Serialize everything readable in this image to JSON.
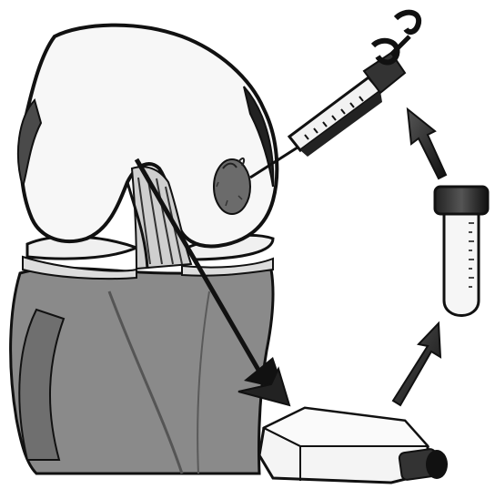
{
  "diagram": {
    "panels": [
      {
        "name": "knee-joint-femur-cartilage",
        "icon": "knee-joint-icon"
      },
      {
        "name": "cartilage-defect",
        "icon": "defect-lesion-icon"
      },
      {
        "name": "syringe-injection",
        "icon": "syringe-icon"
      },
      {
        "name": "culture-tube",
        "icon": "test-tube-icon"
      },
      {
        "name": "culture-flask",
        "icon": "culture-flask-icon"
      }
    ],
    "arrows": [
      {
        "from": "knee-joint",
        "to": "culture-flask"
      },
      {
        "from": "culture-flask",
        "to": "culture-tube"
      },
      {
        "from": "culture-tube",
        "to": "syringe"
      }
    ],
    "colors": {
      "ink": "#111111",
      "femur_fill": "#f7f7f7",
      "tibia_fill": "#8a8a8a",
      "arrow_fill": "#333333",
      "defect_fill": "#6b6b6b"
    }
  }
}
